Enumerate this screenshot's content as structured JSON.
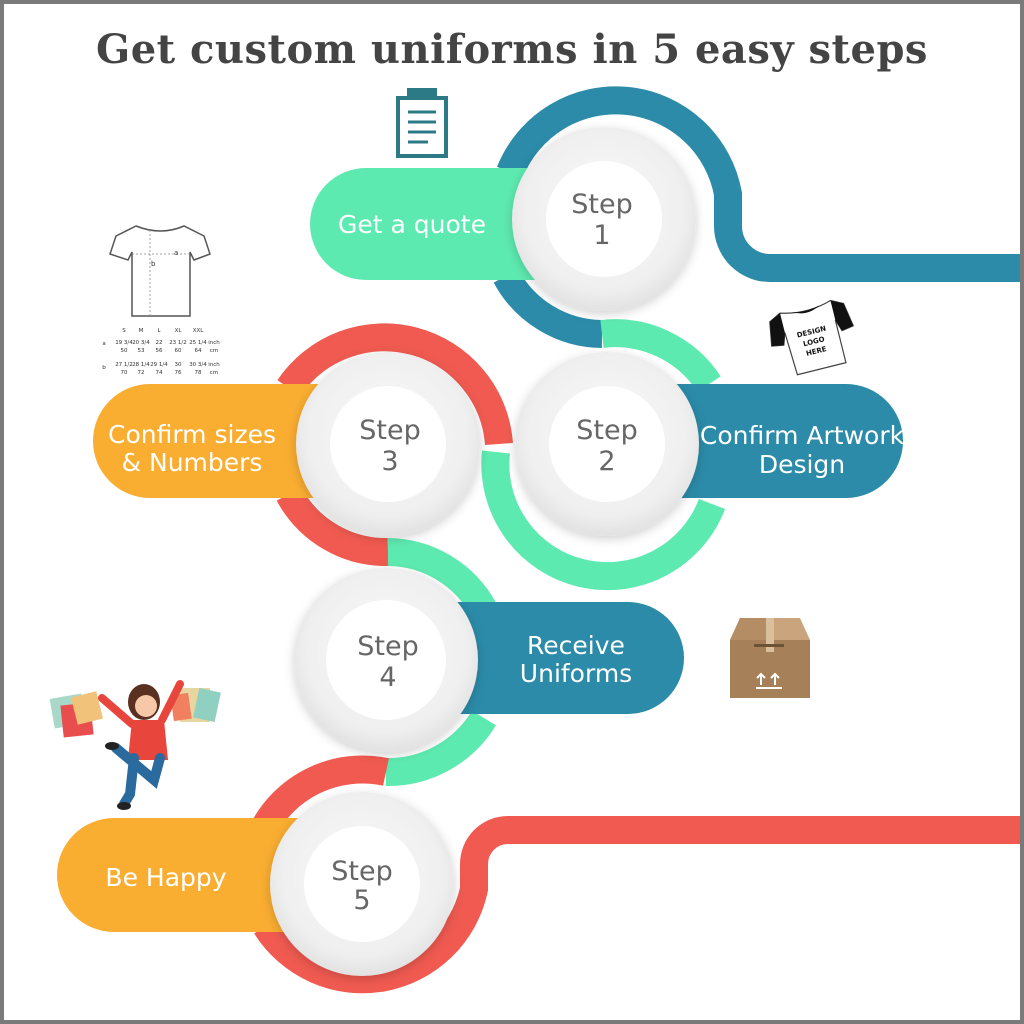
{
  "title": "Get custom uniforms in 5 easy steps",
  "colors": {
    "teal_dark": "#2b8ba8",
    "mint": "#5deab0",
    "coral": "#f05a50",
    "orange": "#f9ad31",
    "step_text": "#666666"
  },
  "steps": [
    {
      "step_label": "Step",
      "number": "1",
      "label_lines": [
        "Get a quote"
      ]
    },
    {
      "step_label": "Step",
      "number": "2",
      "label_lines": [
        "Confirm Artwork",
        "Design"
      ]
    },
    {
      "step_label": "Step",
      "number": "3",
      "label_lines": [
        "Confirm sizes",
        "& Numbers"
      ]
    },
    {
      "step_label": "Step",
      "number": "4",
      "label_lines": [
        "Receive",
        "Uniforms"
      ]
    },
    {
      "step_label": "Step",
      "number": "5",
      "label_lines": [
        "Be Happy"
      ]
    }
  ],
  "illustrations": {
    "clipboard": "clipboard-icon",
    "size_chart": "tshirt-size-chart",
    "artwork_shirt": "design-logo-shirt",
    "box": "shipping-box-icon",
    "happy_person": "happy-shopper-illustration"
  },
  "size_chart": {
    "sizes": [
      "S",
      "M",
      "L",
      "XL",
      "XXL"
    ],
    "row_a_label": "a",
    "row_b_label": "b",
    "row_a_inch": [
      "19 3/4",
      "20 3/4",
      "22",
      "23 1/2",
      "25 1/4"
    ],
    "row_a_cm": [
      "50",
      "53",
      "56",
      "60",
      "64"
    ],
    "row_b_inch": [
      "27 1/2",
      "28 1/4",
      "29 1/4",
      "30",
      "30 3/4"
    ],
    "row_b_cm": [
      "70",
      "72",
      "74",
      "76",
      "78"
    ],
    "unit_inch": "inch",
    "unit_cm": "cm",
    "shirt_a": "a",
    "shirt_b": "b"
  },
  "artwork_shirt_text": [
    "DESIGN",
    "LOGO",
    "HERE"
  ]
}
